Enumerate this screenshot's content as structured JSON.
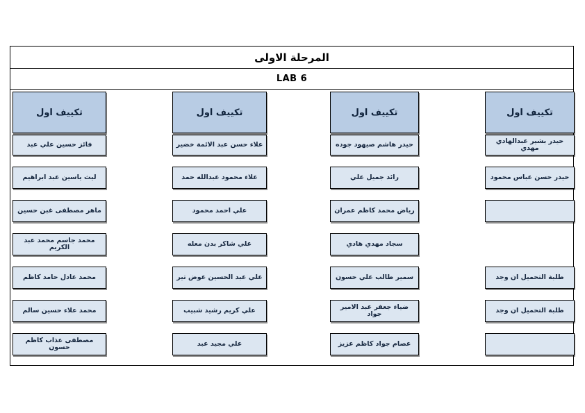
{
  "document": {
    "title": "المرحلة الاولى",
    "lab_label": "LAB 6",
    "colors": {
      "header_fill": "#b8cce4",
      "cell_fill": "#dce6f1",
      "border": "#000000",
      "text": "#16273f"
    }
  },
  "groups": [
    {
      "position": "rightmost",
      "header": "تكييف اول",
      "rows": [
        {
          "type": "name",
          "text": "حيدر بشير عبدالهادي مهدي"
        },
        {
          "type": "name",
          "text": "حيدر حسن عباس محمود"
        },
        {
          "type": "empty-box",
          "text": ""
        },
        {
          "type": "blank",
          "text": ""
        },
        {
          "type": "name",
          "text": "طلبة التحميل ان وجد"
        },
        {
          "type": "name",
          "text": "طلبة التحميل ان وجد"
        },
        {
          "type": "empty-box",
          "text": ""
        }
      ]
    },
    {
      "position": "center-right",
      "header": "تكييف اول",
      "rows": [
        {
          "type": "name",
          "text": "حيدر هاشم صيهود جوده"
        },
        {
          "type": "name",
          "text": "رائد جميل علي"
        },
        {
          "type": "name",
          "text": "رياض محمد كاظم عمران"
        },
        {
          "type": "name",
          "text": "سجاد مهدي هادي"
        },
        {
          "type": "name",
          "text": "سمير طالب علي حسون"
        },
        {
          "type": "name",
          "text": "ضياء جعفر عبد الامير جواد"
        },
        {
          "type": "name",
          "text": "عصام جواد كاظم عزيز"
        }
      ]
    },
    {
      "position": "center-left",
      "header": "تكييف اول",
      "rows": [
        {
          "type": "name",
          "text": "علاء حسن عبد الائمة خضير"
        },
        {
          "type": "name",
          "text": "علاء محمود عبدالله حمد"
        },
        {
          "type": "name",
          "text": "علي احمد محمود"
        },
        {
          "type": "name",
          "text": "علي شاكر بدن معله"
        },
        {
          "type": "name",
          "text": "علي عبد الحسين عوض تير"
        },
        {
          "type": "name",
          "text": "علي كريم رشيد شبيب"
        },
        {
          "type": "name",
          "text": "علي مجيد عبد"
        }
      ]
    },
    {
      "position": "leftmost",
      "header": "تكييف اول",
      "rows": [
        {
          "type": "name",
          "text": "فائز حسين علي عبد"
        },
        {
          "type": "name",
          "text": "ليث ياسين عبد ابراهيم"
        },
        {
          "type": "name",
          "text": "ماهر مصطفى غبن حسين"
        },
        {
          "type": "name",
          "text": "محمد جاسم محمد عبد الكريم"
        },
        {
          "type": "name",
          "text": "محمد عادل حامد كاظم"
        },
        {
          "type": "name",
          "text": "محمد علاء حسين سالم"
        },
        {
          "type": "name",
          "text": "مصطفى عذاب كاظم حسون"
        }
      ]
    }
  ]
}
